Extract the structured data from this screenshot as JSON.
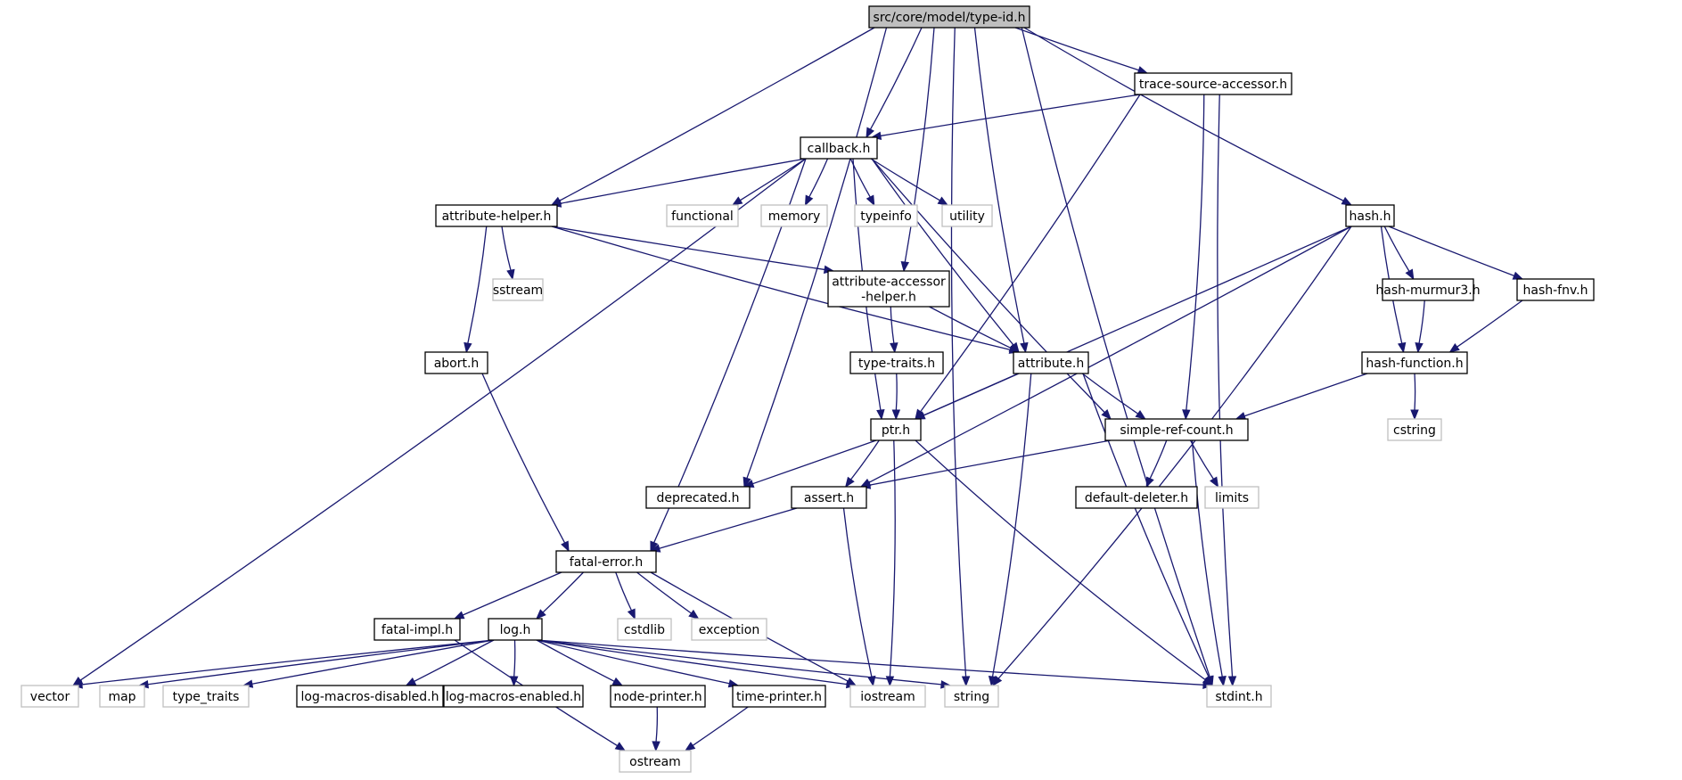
{
  "nodes": [
    {
      "id": "root",
      "label": "src/core/model/type-id.h",
      "style": "root"
    },
    {
      "id": "trace_source_accessor",
      "label": "trace-source-accessor.h",
      "style": "file"
    },
    {
      "id": "callback",
      "label": "callback.h",
      "style": "file"
    },
    {
      "id": "hash",
      "label": "hash.h",
      "style": "file"
    },
    {
      "id": "attribute_helper",
      "label": "attribute-helper.h",
      "style": "file"
    },
    {
      "id": "functional",
      "label": "functional",
      "style": "system"
    },
    {
      "id": "memory",
      "label": "memory",
      "style": "system"
    },
    {
      "id": "typeinfo",
      "label": "typeinfo",
      "style": "system"
    },
    {
      "id": "utility",
      "label": "utility",
      "style": "system"
    },
    {
      "id": "sstream",
      "label": "sstream",
      "style": "system"
    },
    {
      "id": "attribute_accessor_helper",
      "label": "attribute-accessor\n-helper.h",
      "style": "file"
    },
    {
      "id": "hash_murmur3",
      "label": "hash-murmur3.h",
      "style": "file"
    },
    {
      "id": "hash_fnv",
      "label": "hash-fnv.h",
      "style": "file"
    },
    {
      "id": "abort",
      "label": "abort.h",
      "style": "file"
    },
    {
      "id": "type_traits_h",
      "label": "type-traits.h",
      "style": "file"
    },
    {
      "id": "attribute",
      "label": "attribute.h",
      "style": "file"
    },
    {
      "id": "hash_function",
      "label": "hash-function.h",
      "style": "file"
    },
    {
      "id": "ptr",
      "label": "ptr.h",
      "style": "file"
    },
    {
      "id": "simple_ref_count",
      "label": "simple-ref-count.h",
      "style": "file"
    },
    {
      "id": "cstring",
      "label": "cstring",
      "style": "system"
    },
    {
      "id": "deprecated",
      "label": "deprecated.h",
      "style": "file"
    },
    {
      "id": "assert",
      "label": "assert.h",
      "style": "file"
    },
    {
      "id": "default_deleter",
      "label": "default-deleter.h",
      "style": "file"
    },
    {
      "id": "limits",
      "label": "limits",
      "style": "system"
    },
    {
      "id": "fatal_error",
      "label": "fatal-error.h",
      "style": "file"
    },
    {
      "id": "fatal_impl",
      "label": "fatal-impl.h",
      "style": "file"
    },
    {
      "id": "log",
      "label": "log.h",
      "style": "file"
    },
    {
      "id": "cstdlib",
      "label": "cstdlib",
      "style": "system"
    },
    {
      "id": "exception",
      "label": "exception",
      "style": "system"
    },
    {
      "id": "vector",
      "label": "vector",
      "style": "system"
    },
    {
      "id": "map",
      "label": "map",
      "style": "system"
    },
    {
      "id": "type_traits",
      "label": "type_traits",
      "style": "system"
    },
    {
      "id": "log_macros_disabled",
      "label": "log-macros-disabled.h",
      "style": "file"
    },
    {
      "id": "log_macros_enabled",
      "label": "log-macros-enabled.h",
      "style": "file"
    },
    {
      "id": "node_printer",
      "label": "node-printer.h",
      "style": "file"
    },
    {
      "id": "time_printer",
      "label": "time-printer.h",
      "style": "file"
    },
    {
      "id": "iostream",
      "label": "iostream",
      "style": "system"
    },
    {
      "id": "string",
      "label": "string",
      "style": "system"
    },
    {
      "id": "stdint",
      "label": "stdint.h",
      "style": "system"
    },
    {
      "id": "ostream",
      "label": "ostream",
      "style": "system"
    }
  ],
  "edges": [
    [
      "root",
      "trace_source_accessor"
    ],
    [
      "root",
      "callback"
    ],
    [
      "root",
      "hash"
    ],
    [
      "root",
      "attribute_helper"
    ],
    [
      "root",
      "attribute_accessor_helper"
    ],
    [
      "root",
      "attribute"
    ],
    [
      "root",
      "deprecated"
    ],
    [
      "root",
      "string"
    ],
    [
      "root",
      "stdint"
    ],
    [
      "trace_source_accessor",
      "callback"
    ],
    [
      "trace_source_accessor",
      "ptr"
    ],
    [
      "trace_source_accessor",
      "simple_ref_count"
    ],
    [
      "trace_source_accessor",
      "stdint"
    ],
    [
      "callback",
      "attribute_helper"
    ],
    [
      "callback",
      "functional"
    ],
    [
      "callback",
      "memory"
    ],
    [
      "callback",
      "typeinfo"
    ],
    [
      "callback",
      "utility"
    ],
    [
      "callback",
      "vector"
    ],
    [
      "callback",
      "fatal_error"
    ],
    [
      "callback",
      "ptr"
    ],
    [
      "callback",
      "attribute"
    ],
    [
      "callback",
      "simple_ref_count"
    ],
    [
      "attribute_helper",
      "sstream"
    ],
    [
      "attribute_helper",
      "abort"
    ],
    [
      "attribute_helper",
      "attribute_accessor_helper"
    ],
    [
      "attribute_helper",
      "attribute"
    ],
    [
      "attribute_accessor_helper",
      "type_traits_h"
    ],
    [
      "attribute_accessor_helper",
      "attribute"
    ],
    [
      "hash",
      "hash_murmur3"
    ],
    [
      "hash",
      "hash_fnv"
    ],
    [
      "hash",
      "hash_function"
    ],
    [
      "hash",
      "assert"
    ],
    [
      "hash",
      "ptr"
    ],
    [
      "hash",
      "string"
    ],
    [
      "hash_murmur3",
      "hash_function"
    ],
    [
      "hash_fnv",
      "hash_function"
    ],
    [
      "hash_function",
      "simple_ref_count"
    ],
    [
      "hash_function",
      "cstring"
    ],
    [
      "abort",
      "fatal_error"
    ],
    [
      "type_traits_h",
      "ptr"
    ],
    [
      "attribute",
      "ptr"
    ],
    [
      "attribute",
      "simple_ref_count"
    ],
    [
      "attribute",
      "string"
    ],
    [
      "attribute",
      "stdint"
    ],
    [
      "ptr",
      "deprecated"
    ],
    [
      "ptr",
      "assert"
    ],
    [
      "ptr",
      "iostream"
    ],
    [
      "ptr",
      "stdint"
    ],
    [
      "simple_ref_count",
      "assert"
    ],
    [
      "simple_ref_count",
      "default_deleter"
    ],
    [
      "simple_ref_count",
      "limits"
    ],
    [
      "simple_ref_count",
      "stdint"
    ],
    [
      "assert",
      "fatal_error"
    ],
    [
      "assert",
      "iostream"
    ],
    [
      "fatal_error",
      "fatal_impl"
    ],
    [
      "fatal_error",
      "log"
    ],
    [
      "fatal_error",
      "cstdlib"
    ],
    [
      "fatal_error",
      "exception"
    ],
    [
      "fatal_error",
      "iostream"
    ],
    [
      "fatal_impl",
      "ostream"
    ],
    [
      "log",
      "vector"
    ],
    [
      "log",
      "map"
    ],
    [
      "log",
      "type_traits"
    ],
    [
      "log",
      "log_macros_disabled"
    ],
    [
      "log",
      "log_macros_enabled"
    ],
    [
      "log",
      "node_printer"
    ],
    [
      "log",
      "time_printer"
    ],
    [
      "log",
      "iostream"
    ],
    [
      "log",
      "string"
    ],
    [
      "log",
      "stdint"
    ],
    [
      "node_printer",
      "ostream"
    ],
    [
      "time_printer",
      "ostream"
    ]
  ],
  "colors": {
    "edge": "#191970",
    "file_border": "#000000",
    "system_border": "#bfbfbf",
    "root_fill": "#bfbfbf",
    "text": "#000000"
  }
}
